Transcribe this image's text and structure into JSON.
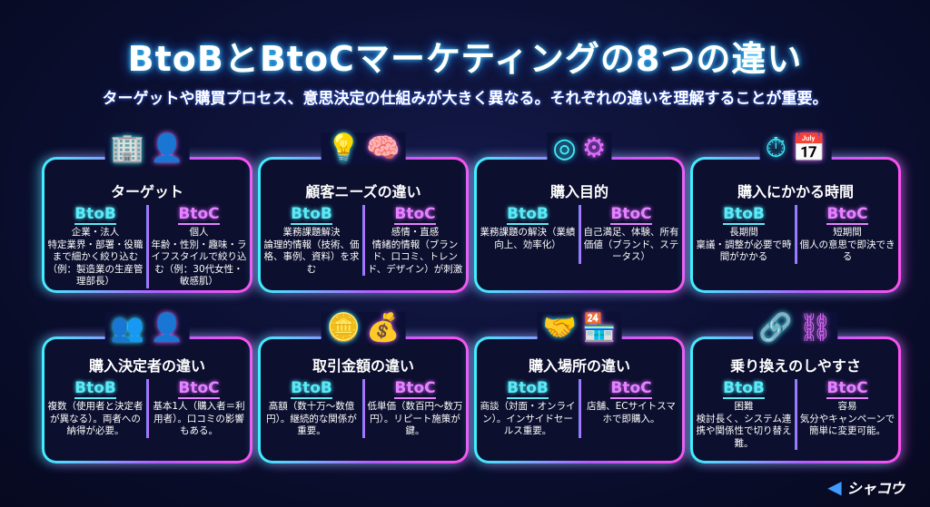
{
  "title": "BtoBとBtoCマーケティングの8つの違い",
  "subtitle": "ターゲットや購買プロセス、意思決定の仕組みが大きく異なる。それぞれの違いを理解することが重要。",
  "labels": {
    "btob": "BtoB",
    "btoc": "BtoC"
  },
  "cards": [
    {
      "title": "ターゲット",
      "icons": [
        "🏢",
        "👤"
      ],
      "btob": "企業・法人\n特定業界・部署・役職まで細かく絞り込む（例：製造業の生産管理部長）",
      "btoc": "個人\n年齢・性別・趣味・ライフスタイルで絞り込む（例：30代女性・敏感肌）"
    },
    {
      "title": "顧客ニーズの違い",
      "icons": [
        "💡",
        "🧠"
      ],
      "btob": "業務課題解決\n論理的情報（技術、価格、事例、資料）を求む",
      "btoc": "感情・直感\n情緒的情報（ブランド、口コミ、トレンド、デザイン）が刺激"
    },
    {
      "title": "購入目的",
      "icons": [
        "◎",
        "⚙"
      ],
      "btob": "業務課題の解決（業績向上、効率化）",
      "btoc": "自己満足、体験、所有価値（ブランド、ステータス）"
    },
    {
      "title": "購入にかかる時間",
      "icons": [
        "⏱",
        "📅"
      ],
      "btob": "長期間\n稟議・調整が必要で時間がかかる",
      "btoc": "短期間\n個人の意思で即決できる"
    },
    {
      "title": "購入決定者の違い",
      "icons": [
        "👥",
        "👤"
      ],
      "btob": "複数（使用者と決定者が異なる）。両者への納得が必要。",
      "btoc": "基本1人（購入者＝利用者）。口コミの影響もある。"
    },
    {
      "title": "取引金額の違い",
      "icons": [
        "🪙",
        "💰"
      ],
      "btob": "高額（数十万〜数億円）。継続的な関係が重要。",
      "btoc": "低単価（数百円〜数万円）。リピート施策が鍵。"
    },
    {
      "title": "購入場所の違い",
      "icons": [
        "🤝",
        "🏪"
      ],
      "btob": "商談（対面・オンライン）。インサイドセールス重要。",
      "btoc": "店舗、ECサイトスマホで即購入。"
    },
    {
      "title": "乗り換えのしやすさ",
      "icons": [
        "🔗",
        "⛓"
      ],
      "btob": "困難\n検討長く、システム連携や関係性で切り替え難。",
      "btoc": "容易\n気分やキャンペーンで簡単に変更可能。"
    }
  ],
  "logo": "シャコウ"
}
